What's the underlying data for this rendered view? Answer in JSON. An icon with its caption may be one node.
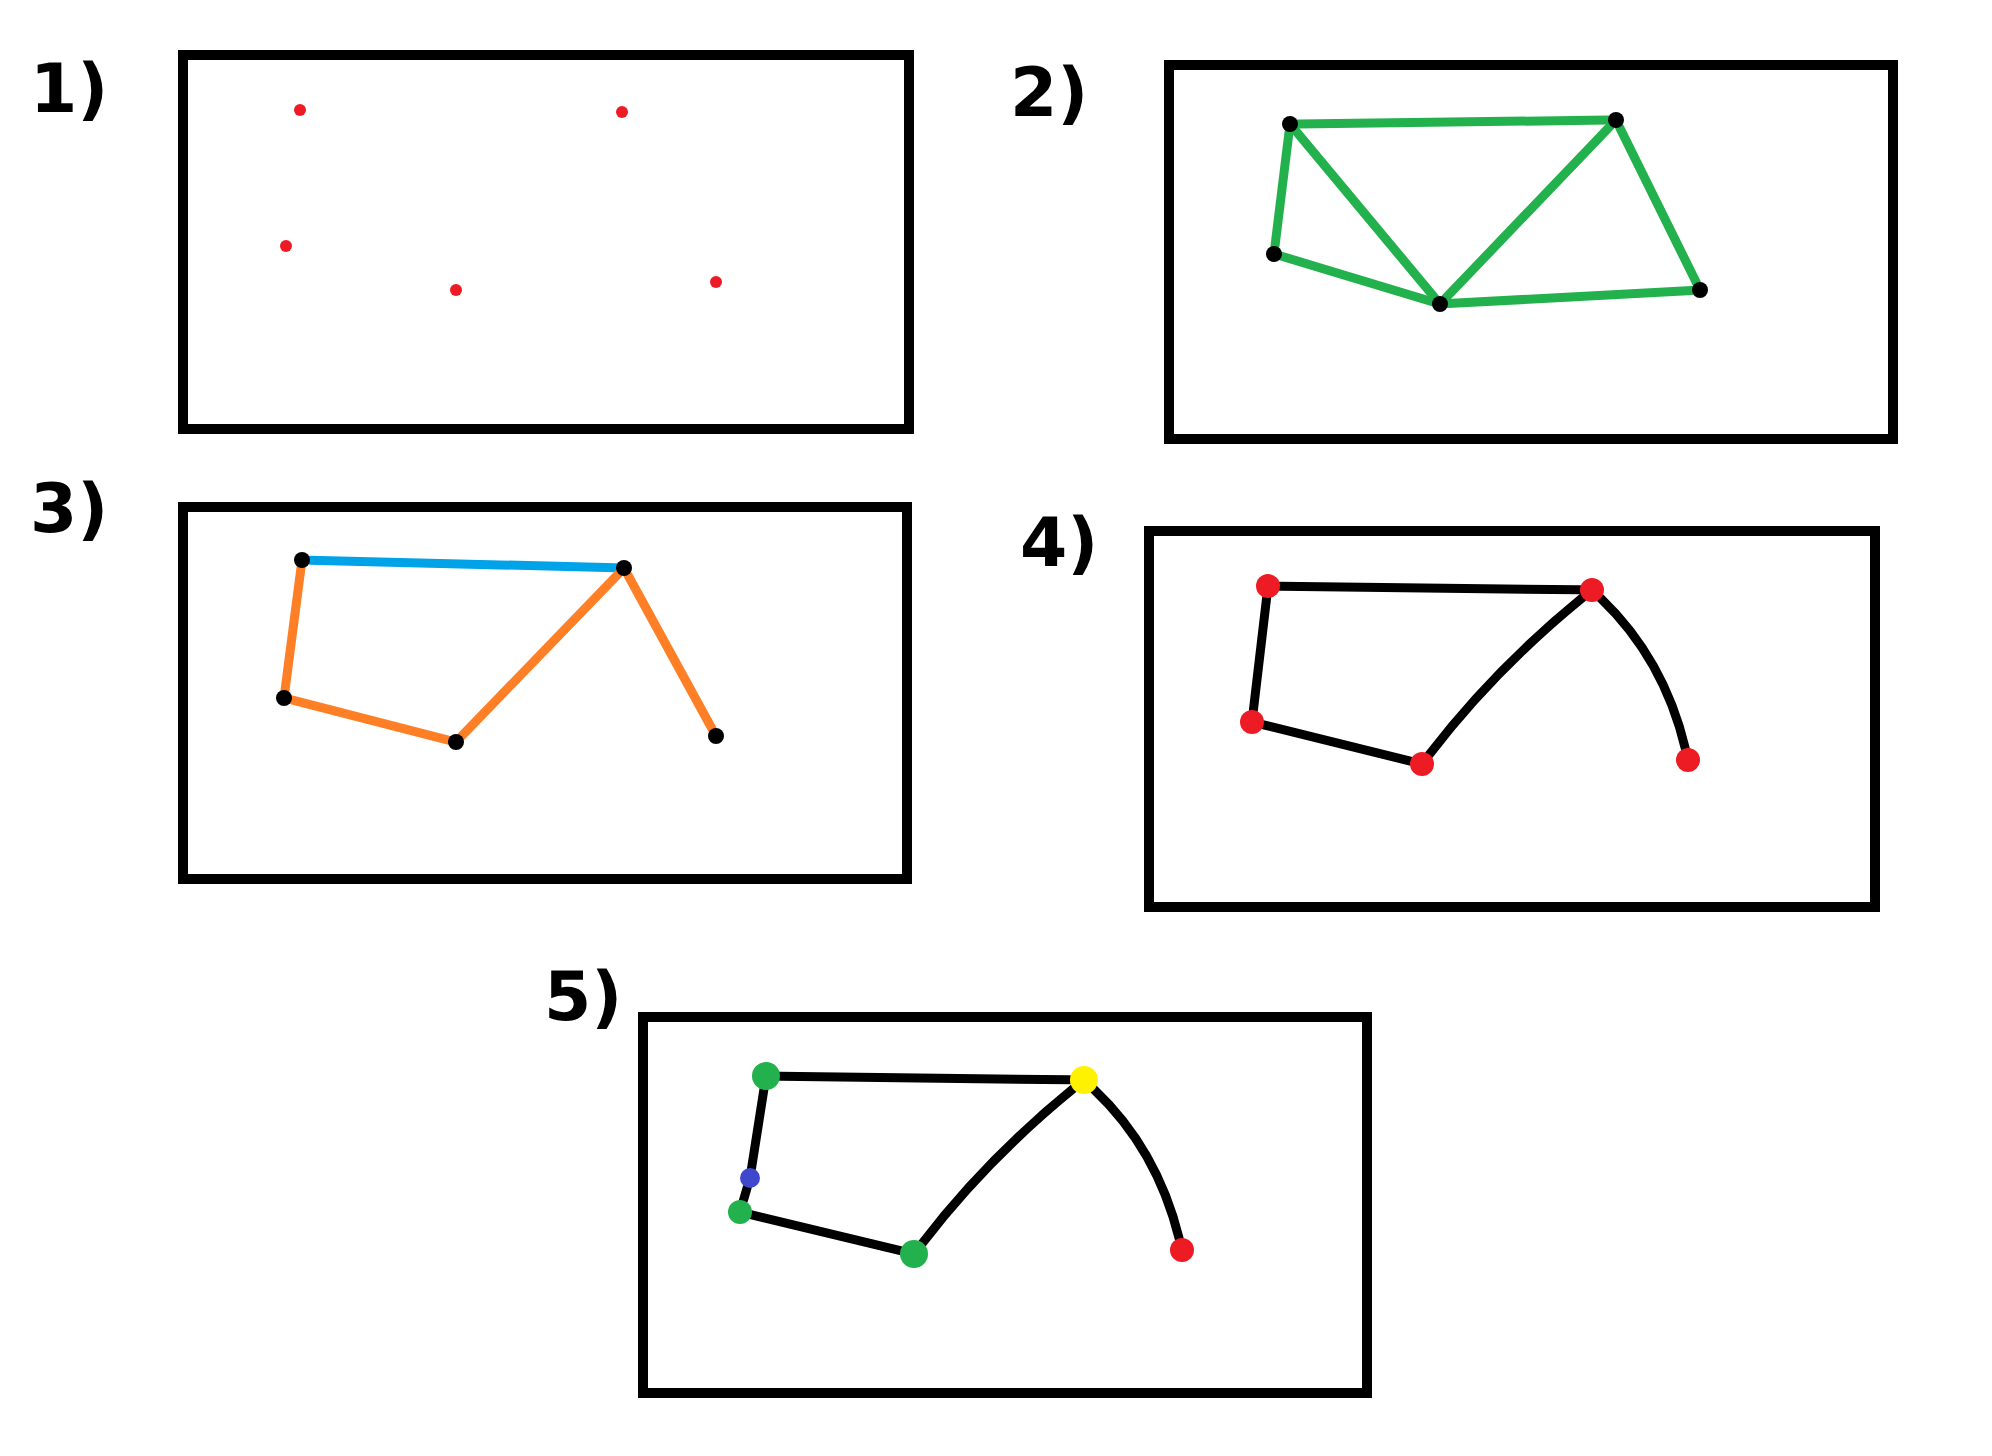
{
  "diagram": {
    "nodes": [
      {
        "text": [
          "1)"
        ]
      },
      {
        "text": [],
        "shape": "circle",
        "in": 0
      },
      {
        "text": [],
        "shape": "circle",
        "in": 0
      },
      {
        "text": [],
        "shape": "circle",
        "in": 0
      },
      {
        "text": [],
        "shape": "circle",
        "in": 0
      },
      {
        "text": [],
        "shape": "circle",
        "in": 0
      },
      {
        "text": [
          "2)"
        ]
      },
      {
        "text": [],
        "shape": "circle",
        "in": 6
      },
      {
        "text": [],
        "shape": "circle",
        "in": 6
      },
      {
        "text": [],
        "shape": "circle",
        "in": 6
      },
      {
        "text": [],
        "shape": "circle",
        "in": 6
      },
      {
        "text": [],
        "shape": "circle",
        "in": 6
      },
      {
        "text": [
          "3)"
        ]
      },
      {
        "text": [],
        "shape": "circle",
        "in": 12
      },
      {
        "text": [],
        "shape": "circle",
        "in": 12
      },
      {
        "text": [],
        "shape": "circle",
        "in": 12
      },
      {
        "text": [],
        "shape": "circle",
        "in": 12
      },
      {
        "text": [],
        "shape": "circle",
        "in": 12
      },
      {
        "text": [
          "4)"
        ]
      },
      {
        "text": [],
        "shape": "circle",
        "in": 18
      },
      {
        "text": [],
        "shape": "circle",
        "in": 18
      },
      {
        "text": [],
        "shape": "circle",
        "in": 18
      },
      {
        "text": [],
        "shape": "circle",
        "in": 18
      },
      {
        "text": [],
        "shape": "circle",
        "in": 18
      },
      {
        "text": [
          "5)"
        ]
      },
      {
        "text": [],
        "shape": "circle",
        "in": 24
      },
      {
        "text": [],
        "shape": "circle",
        "in": 24
      },
      {
        "text": [],
        "shape": "circle",
        "in": 24
      },
      {
        "text": [],
        "shape": "circle",
        "in": 24
      },
      {
        "text": [],
        "shape": "circle",
        "in": 24
      },
      {
        "text": [],
        "shape": "circle",
        "in": 24
      }
    ],
    "edges": [
      {
        "from": 7,
        "to": 8,
        "arrow": "none",
        "color": "#22b14c"
      },
      {
        "from": 7,
        "to": 9,
        "arrow": "none",
        "color": "#22b14c"
      },
      {
        "from": 7,
        "to": 10,
        "arrow": "none",
        "color": "#22b14c"
      },
      {
        "from": 9,
        "to": 10,
        "arrow": "none",
        "color": "#22b14c"
      },
      {
        "from": 10,
        "to": 8,
        "arrow": "none",
        "color": "#22b14c"
      },
      {
        "from": 8,
        "to": 11,
        "arrow": "none",
        "color": "#22b14c"
      },
      {
        "from": 10,
        "to": 11,
        "arrow": "none",
        "color": "#22b14c"
      },
      {
        "from": 13,
        "to": 14,
        "arrow": "none",
        "color": "#00a2e8"
      },
      {
        "from": 13,
        "to": 15,
        "arrow": "none",
        "color": "#ff7f27"
      },
      {
        "from": 15,
        "to": 16,
        "arrow": "none",
        "color": "#ff7f27"
      },
      {
        "from": 16,
        "to": 14,
        "arrow": "none",
        "color": "#ff7f27"
      },
      {
        "from": 14,
        "to": 17,
        "arrow": "none",
        "color": "#ff7f27"
      },
      {
        "from": 19,
        "to": 21,
        "arrow": "none"
      },
      {
        "from": 21,
        "to": 22,
        "arrow": "none"
      },
      {
        "from": 22,
        "to": 20,
        "arrow": "none"
      },
      {
        "from": 19,
        "to": 20,
        "arrow": "none"
      },
      {
        "from": 20,
        "to": 23,
        "arrow": "none"
      },
      {
        "from": 25,
        "to": 27,
        "arrow": "none"
      },
      {
        "from": 27,
        "to": 28,
        "arrow": "none"
      },
      {
        "from": 28,
        "to": 29,
        "arrow": "none"
      },
      {
        "from": 29,
        "to": 26,
        "arrow": "none"
      },
      {
        "from": 25,
        "to": 26,
        "arrow": "none"
      },
      {
        "from": 26,
        "to": 30,
        "arrow": "none"
      }
    ]
  }
}
